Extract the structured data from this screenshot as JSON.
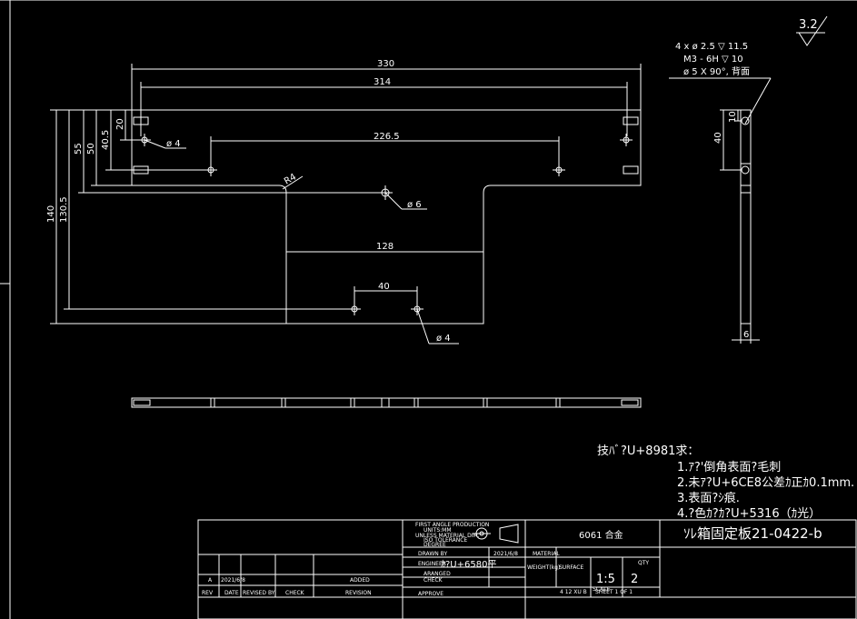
{
  "roughness": "3.2",
  "hole_spec": [
    "4 x ø  2.5 ▽ 11.5",
    "M3  -  6H ▽ 10",
    "ø  5 X 90°, 背面"
  ],
  "dims": {
    "d330": "330",
    "d314": "314",
    "d2265": "226.5",
    "d128": "128",
    "d40": "40",
    "d140": "140",
    "d1305": "130.5",
    "d55": "55",
    "d50": "50",
    "d405": "40.5",
    "d20": "20",
    "r4": "R4",
    "phi4_top": "ø 4",
    "phi6": "ø 6",
    "phi4_bottom": "ø 4",
    "side_10": "10",
    "side_40": "40",
    "side_6": "6"
  },
  "notes": {
    "title": "技ﾊﾞ?U+8981求：",
    "items": [
      "1.ｱ?'倒角表面?毛刺",
      "2.未ｱ?U+6CE8公差ｶ正ｶ0.1mm.",
      "3.表面?ｼ痕.",
      "4.?色ｶ?ｶ?U+5316（ｶ光）"
    ]
  },
  "title_block": {
    "projection": [
      "FIRST ANGLE PRODUCTION",
      "UNITS:MM",
      "UNLESS MATERIAL DIM.",
      "ISO TOLERANCE",
      "DEGREE"
    ],
    "drawn_label": "DRAWN BY",
    "date": "2021/6/8",
    "material_label": "MATERIAL",
    "engineer_label": "ENGINEER",
    "engineer": "ｶ?U+6580平",
    "weight_label": "WEIGHT(kg)",
    "surface_label": "SURFACE",
    "checked_label": [
      "ARANGED",
      "CHECK"
    ],
    "approve_label": "APPROVE",
    "material": "6061 合金",
    "drawing_title": "ｿﾚ箱固定板21-0422-b",
    "scale": "1:5",
    "qty": "2",
    "qty_label": "QTY",
    "scale_label": "SCALE",
    "sheet": "SHEET 1 OF 1",
    "total_label": "4 12 XU B",
    "rev_a": "A",
    "rev_a_date": "2021/6/8",
    "rev_note": "ADDED",
    "rev_headers": [
      "REV",
      "DATE",
      "REVISED BY",
      "CHECK",
      "REVISION"
    ]
  }
}
